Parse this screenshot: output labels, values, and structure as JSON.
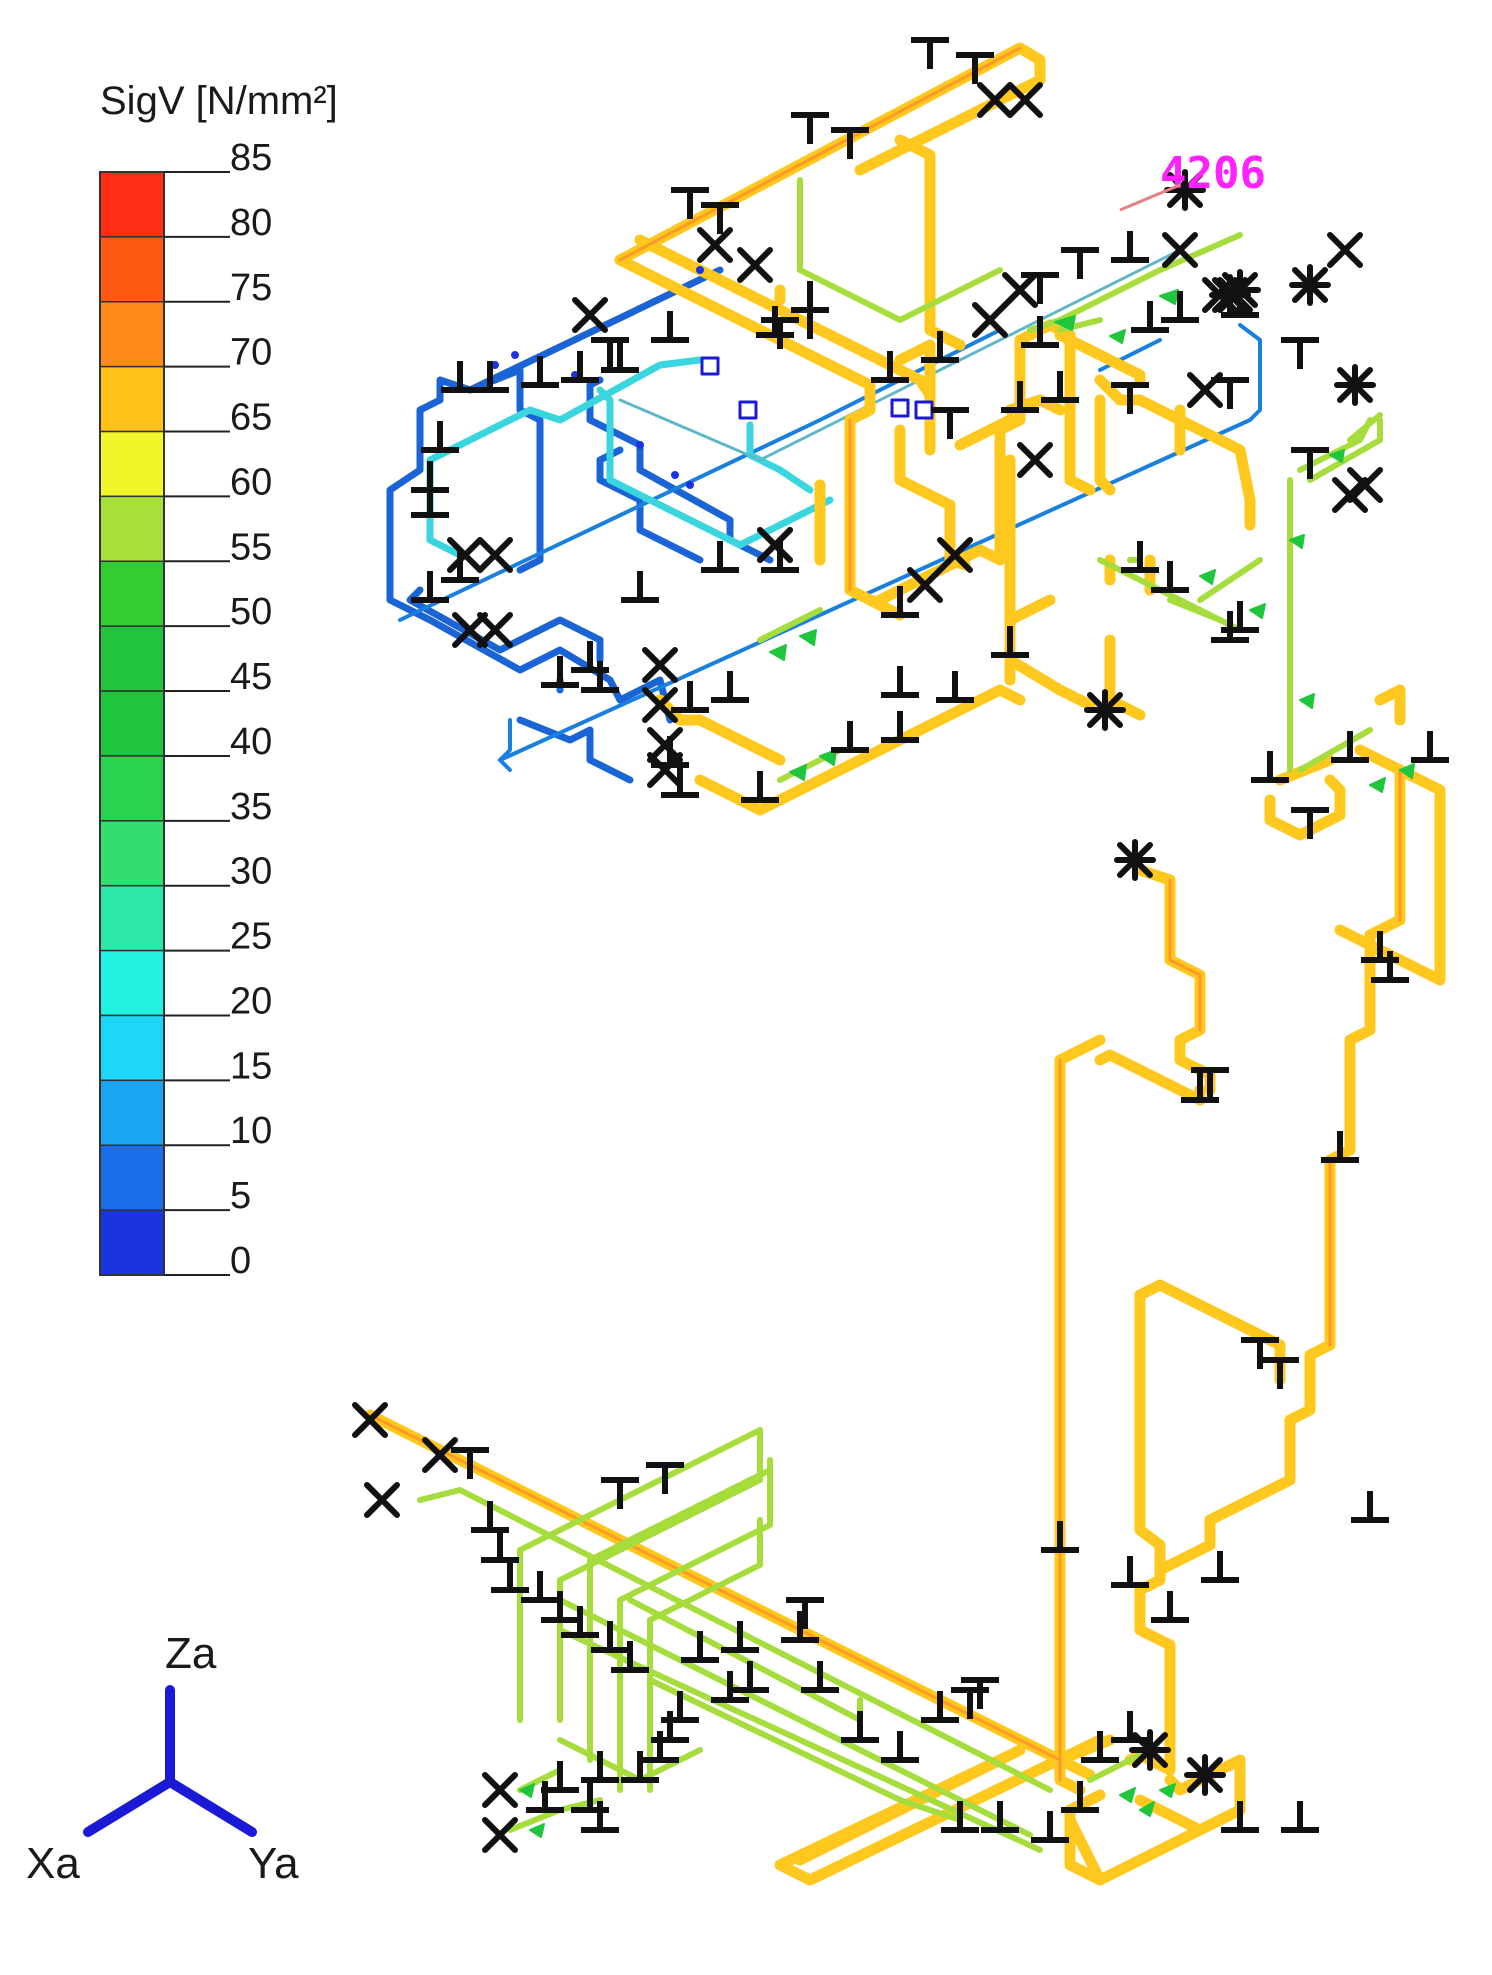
{
  "legend": {
    "title": "SigV [N/mm²]",
    "ticks": [
      "85",
      "80",
      "75",
      "70",
      "65",
      "60",
      "55",
      "50",
      "45",
      "40",
      "35",
      "30",
      "25",
      "20",
      "15",
      "10",
      "5",
      "0"
    ],
    "bands": [
      {
        "lo": 80,
        "hi": 85,
        "color": "#ff2d16"
      },
      {
        "lo": 75,
        "hi": 80,
        "color": "#ff5a14"
      },
      {
        "lo": 70,
        "hi": 75,
        "color": "#ff8a1a"
      },
      {
        "lo": 65,
        "hi": 70,
        "color": "#ffc21a"
      },
      {
        "lo": 60,
        "hi": 65,
        "color": "#f1f529"
      },
      {
        "lo": 55,
        "hi": 60,
        "color": "#a8e03a"
      },
      {
        "lo": 50,
        "hi": 55,
        "color": "#33cc33"
      },
      {
        "lo": 45,
        "hi": 50,
        "color": "#22c43e"
      },
      {
        "lo": 40,
        "hi": 45,
        "color": "#1fc63d"
      },
      {
        "lo": 35,
        "hi": 40,
        "color": "#2ad34f"
      },
      {
        "lo": 30,
        "hi": 35,
        "color": "#33dd70"
      },
      {
        "lo": 25,
        "hi": 30,
        "color": "#2de8a6"
      },
      {
        "lo": 20,
        "hi": 25,
        "color": "#22f2e0"
      },
      {
        "lo": 15,
        "hi": 20,
        "color": "#1ed6f5"
      },
      {
        "lo": 10,
        "hi": 15,
        "color": "#1aa4f2"
      },
      {
        "lo": 5,
        "hi": 10,
        "color": "#1a6de8"
      },
      {
        "lo": 0,
        "hi": 5,
        "color": "#1a35e0"
      }
    ]
  },
  "axes": {
    "z": "Za",
    "x": "Xa",
    "y": "Ya",
    "color": "#1a1ad6"
  },
  "node_label": {
    "text": "4206",
    "color": "#ff22ff"
  },
  "colors": {
    "pipe_high": "#ffc81e",
    "pipe_high_edge": "#ff7a2a",
    "pipe_mid": "#a6dc3c",
    "pipe_low": "#1a64d6",
    "pipe_cyan": "#3ad6e0",
    "support": "#111111",
    "valve": "#1a1ad6"
  }
}
